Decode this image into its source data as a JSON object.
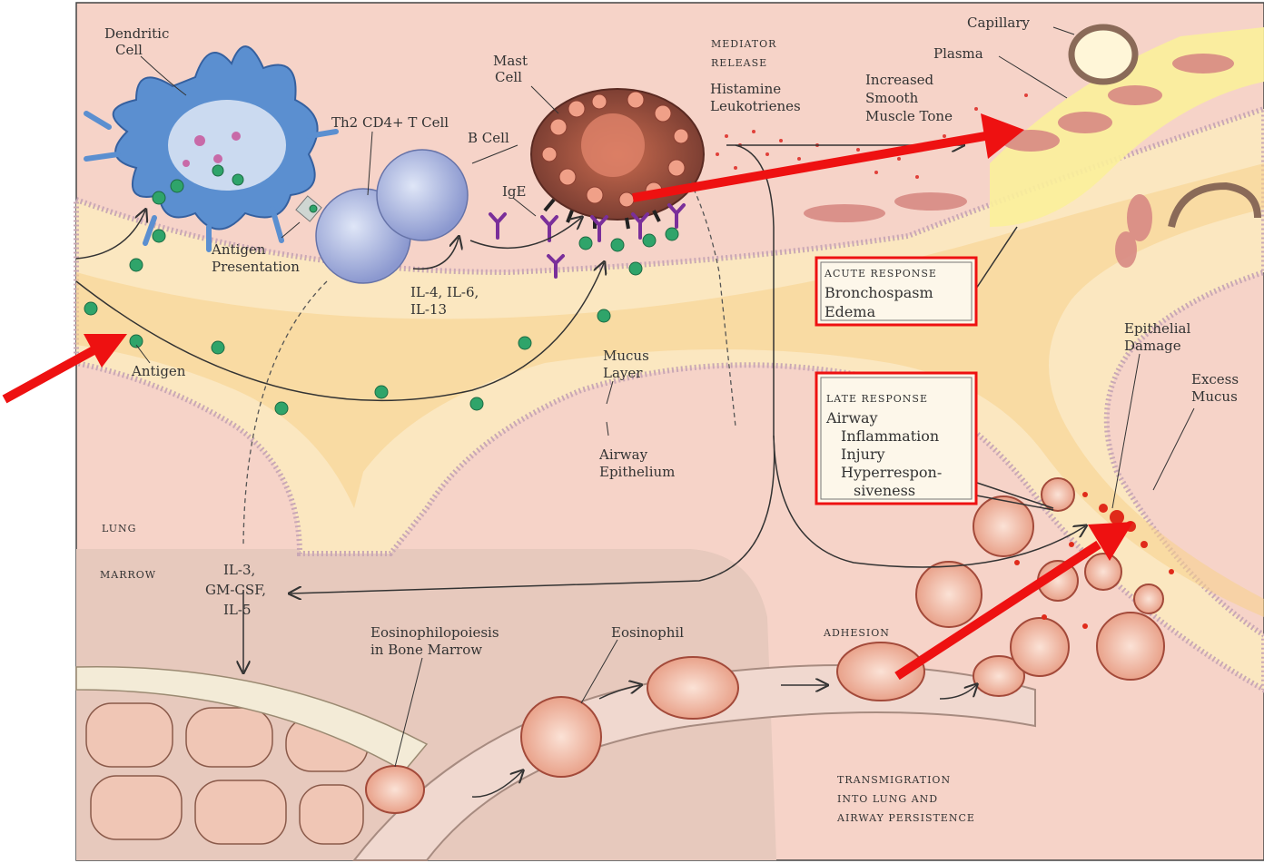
{
  "labels": {
    "dendritic_cell": [
      "Dendritic",
      "Cell"
    ],
    "th2_cell": "Th2 CD4+ T Cell",
    "b_cell": "B Cell",
    "mast_cell": [
      "Mast",
      "Cell"
    ],
    "mediator_release": [
      "MEDIATOR",
      "RELEASE"
    ],
    "histamine": [
      "Histamine",
      "Leukotrienes"
    ],
    "capillary": "Capillary",
    "plasma": "Plasma",
    "smooth_muscle": [
      "Increased",
      "Smooth",
      "Muscle Tone"
    ],
    "ige": "IgE",
    "antigen_presentation": [
      "Antigen",
      "Presentation"
    ],
    "interleukins": [
      "IL-4, IL-6,",
      "IL-13"
    ],
    "antigen": "Antigen",
    "mucus_layer": [
      "Mucus",
      "Layer"
    ],
    "airway_epithelium": [
      "Airway",
      "Epithelium"
    ],
    "epithelial_damage": [
      "Epithelial",
      "Damage"
    ],
    "excess_mucus": [
      "Excess",
      "Mucus"
    ],
    "lung": "LUNG",
    "marrow": "MARROW",
    "cytokines": [
      "IL-3,",
      "GM-CSF,",
      "IL-5"
    ],
    "eosinophilopoiesis": [
      "Eosinophilopoiesis",
      "in Bone Marrow"
    ],
    "eosinophil": "Eosinophil",
    "adhesion": "ADHESION",
    "transmigration": [
      "TRANSMIGRATION",
      "INTO LUNG AND",
      "AIRWAY PERSISTENCE"
    ]
  },
  "acute_box": {
    "title": "ACUTE RESPONSE",
    "items": [
      "Bronchospasm",
      "Edema"
    ]
  },
  "late_box": {
    "title": "LATE RESPONSE",
    "items": [
      "Airway",
      "Inflammation",
      "Injury",
      "Hyperrespon-",
      "siveness"
    ]
  },
  "colors": {
    "background": "#f6d3c8",
    "marrow_bg": "#e7c9bd",
    "airway_wall": "#fbe7c0",
    "highlight_red": "#ee1111",
    "dendritic": "#5b8fd0",
    "mast_cell": "#8a4a3a",
    "antigen": "#2fa46a",
    "ige": "#7a2f9a"
  }
}
